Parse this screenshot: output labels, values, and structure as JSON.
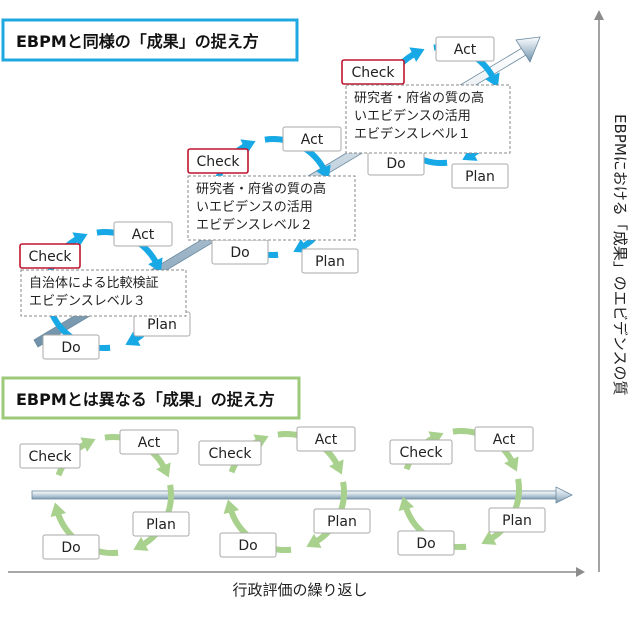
{
  "section_top": {
    "title": "EBPMと同様の「成果」の捉え方",
    "border_color": "#1fa8e0",
    "cycle_color": "#17a9e6",
    "cycles": [
      {
        "check": "Check",
        "act": "Act",
        "plan": "Plan",
        "do": "Do",
        "note_lines": [
          "自治体による比較検証",
          "エビデンスレベル３"
        ]
      },
      {
        "check": "Check",
        "act": "Act",
        "plan": "Plan",
        "do": "Do",
        "note_lines": [
          "研究者・府省の質の高",
          "いエビデンスの活用",
          "エビデンスレベル２"
        ]
      },
      {
        "check": "Check",
        "act": "Act",
        "plan": "Plan",
        "do": "Do",
        "note_lines": [
          "研究者・府省の質の高",
          "いエビデンスの活用",
          "エビデンスレベル１"
        ]
      }
    ]
  },
  "section_bottom": {
    "title": "EBPMとは異なる「成果」の捉え方",
    "border_color": "#9cc97a",
    "cycle_color": "#a9d18e",
    "cycles": [
      {
        "check": "Check",
        "act": "Act",
        "plan": "Plan",
        "do": "Do"
      },
      {
        "check": "Check",
        "act": "Act",
        "plan": "Plan",
        "do": "Do"
      },
      {
        "check": "Check",
        "act": "Act",
        "plan": "Plan",
        "do": "Do"
      }
    ]
  },
  "axes": {
    "x_label": "行政評価の繰り返し",
    "y_label": "EBPMにおける「成果」のエビデンスの質"
  },
  "colors": {
    "check_border": "#c0152f",
    "box_border": "#aaaaaa",
    "arrow_fill": "#8faec4"
  }
}
